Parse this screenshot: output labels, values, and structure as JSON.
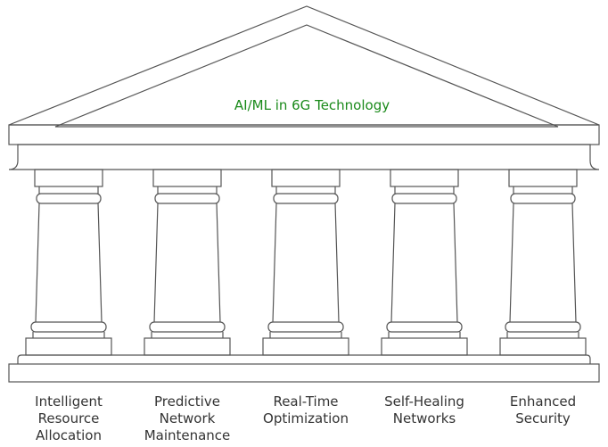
{
  "diagram": {
    "title": "AI/ML in 6G Technology",
    "title_color": "#1a8a1a",
    "stroke_color": "#555555",
    "pillars": [
      {
        "lines": [
          "Intelligent",
          "Resource",
          "Allocation"
        ]
      },
      {
        "lines": [
          "Predictive",
          "Network",
          "Maintenance"
        ]
      },
      {
        "lines": [
          "Real-Time",
          "Optimization"
        ]
      },
      {
        "lines": [
          "Self-Healing",
          "Networks"
        ]
      },
      {
        "lines": [
          "Enhanced",
          "Security"
        ]
      }
    ]
  }
}
